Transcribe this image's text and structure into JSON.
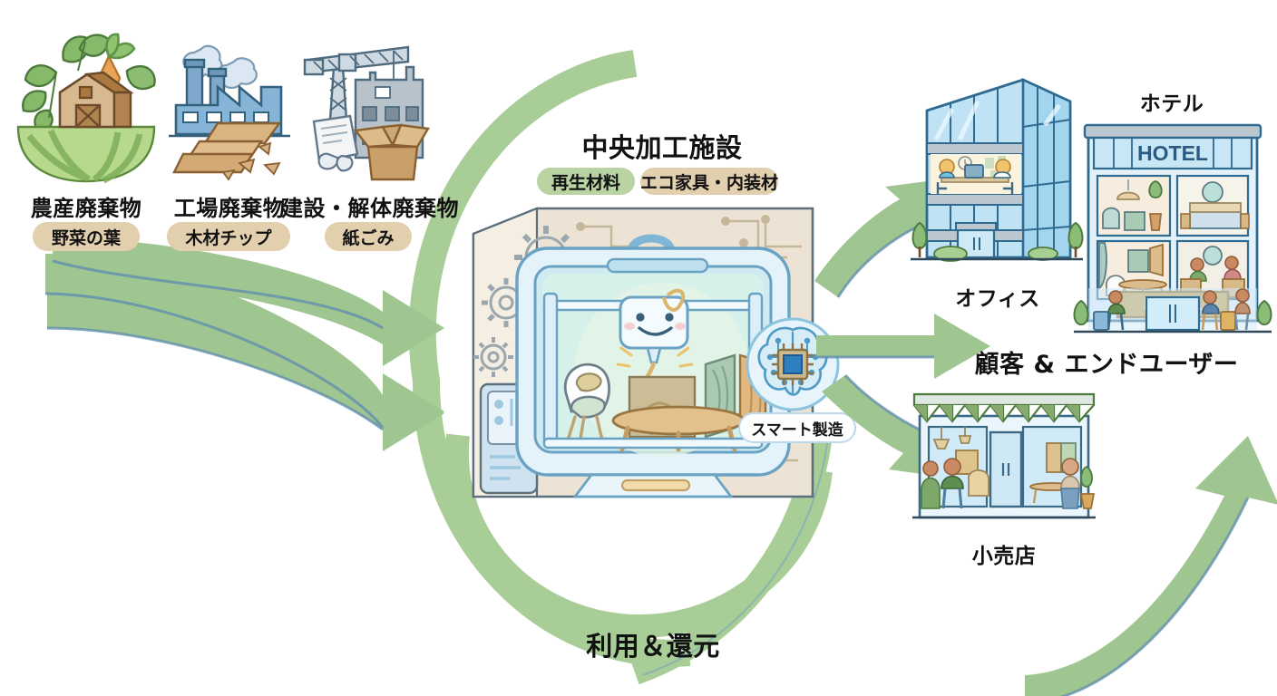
{
  "diagram": {
    "title_center": "中央加工施設",
    "bottom_label": "利用＆還元",
    "smart_badge": "スマート製造"
  },
  "inputs": [
    {
      "name": "farm-waste",
      "label": "農産廃棄物",
      "pill": "野菜の葉",
      "icon": "farm-icon"
    },
    {
      "name": "factory-waste",
      "label": "工場廃棄物",
      "pill": "木材チップ",
      "icon": "factory-icon"
    },
    {
      "name": "construction-waste",
      "label": "建設・解体廃棄物",
      "pill": "紙ごみ",
      "icon": "construction-icon"
    }
  ],
  "center_pills": [
    {
      "label": "再生材料",
      "style": "green"
    },
    {
      "label": "エコ家具・内装材",
      "style": "tan"
    }
  ],
  "outputs": [
    {
      "name": "office",
      "label": "オフィス",
      "icon": "office-building-icon"
    },
    {
      "name": "hotel",
      "label": "ホテル",
      "icon": "hotel-building-icon",
      "sign": "HOTEL",
      "marquee": "HOTEL"
    },
    {
      "name": "retail",
      "label": "小売店",
      "icon": "retail-shop-icon"
    },
    {
      "name": "customers",
      "label": "顧客 & エンドユーザー",
      "icon": "customers-label"
    }
  ],
  "colors": {
    "arrow_green": "#9fc590",
    "arrow_edge": "#5f90ad",
    "band_green": "#a9cd96",
    "pill_tan": "#e2cfae",
    "pill_green": "#b9d3a2",
    "blue_ink": "#2c4a63",
    "glass_blue": "#a8d6ef",
    "wood": "#d8b485",
    "text": "#111111"
  }
}
